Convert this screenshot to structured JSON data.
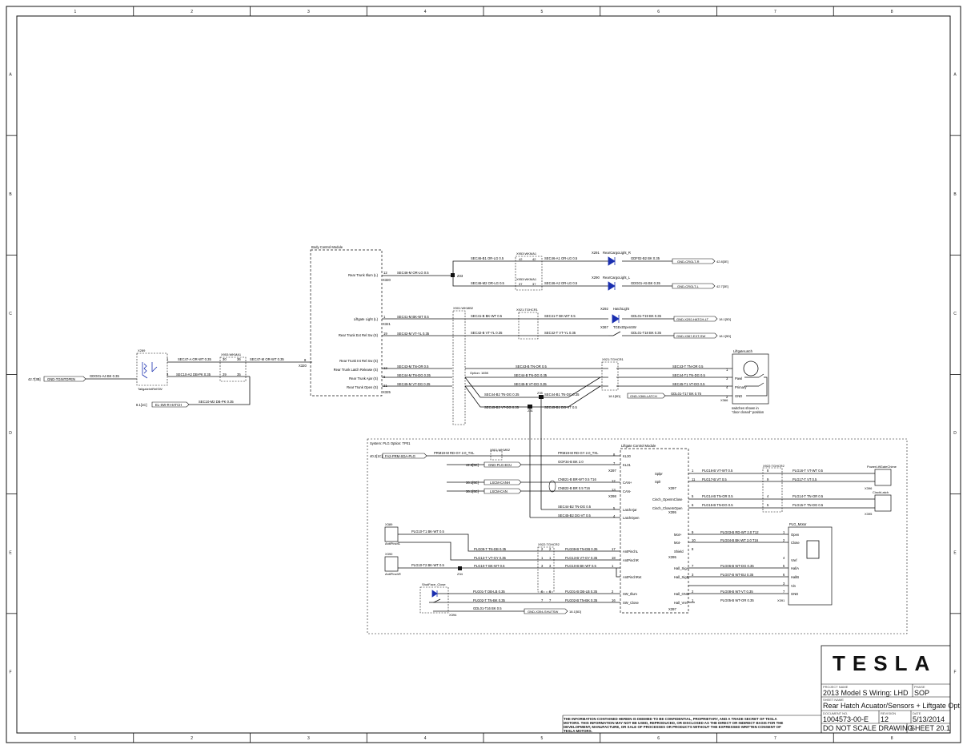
{
  "border": {
    "cols": [
      "1",
      "2",
      "3",
      "4",
      "5",
      "6",
      "7",
      "8"
    ],
    "rows": [
      "A",
      "B",
      "C",
      "D",
      "E",
      "F"
    ]
  },
  "colors": {
    "wire_blue": "#1a2fb0",
    "line": "#111111"
  },
  "body_controls": {
    "title": "Body Control Module",
    "pins": [
      {
        "label": "Rear Trunk Illum (L)",
        "num": "12",
        "conn": "X320",
        "wire": "SEC46-M OR-LG 0.5"
      },
      {
        "label": "Liftgate Light (L)",
        "num": "1",
        "conn": "X321",
        "wire": "SEC41-M BK-WT 0.5"
      },
      {
        "label": "Rear Trunk Ext Rel Sw (S)",
        "num": "19",
        "conn": "",
        "wire": "SEC42-M VT-YL 0.35"
      },
      {
        "label": "Rear Trunk Int Rel Sw (S)",
        "num": "8",
        "conn": "X320",
        "wire": "SEC47-M OR-WT 0.35"
      },
      {
        "label": "Rear Trunk Latch Release (S)",
        "num": "12",
        "conn": "",
        "wire": "SEC43-M TN-OR 0.5"
      },
      {
        "label": "Rear Trunk Ajar (S)",
        "num": "6",
        "conn": "",
        "wire": "SEC44-M TN-DG 0.35"
      },
      {
        "label": "Rear Trunk Open (S)",
        "num": "21",
        "conn": "X325",
        "wire": "SEC45-M VT-DG 0.35"
      }
    ]
  },
  "splices": {
    "z33": "Z33",
    "z35": "Z35",
    "z31": "Z31",
    "z34": "Z34"
  },
  "left_switch": {
    "conn": "X289",
    "name": "TailgateIntRelSW",
    "ref": "42.7[3B]",
    "gnd": "GND-TGINTOPEN",
    "gnd_wire": "GDG01-A4 BK 0.35",
    "wires": [
      "SEC47-A OR-WT 0.35",
      "SEC10-A2 DB-PK 0.35",
      "SEC10-M2 DB-PK 0.35"
    ],
    "x953": "X953:WKMA1",
    "pins": [
      "1",
      "3",
      "30",
      "29",
      "36",
      "35"
    ],
    "ref2": "8.1[1C]",
    "tag2": "EL-SW-R-HATCH"
  },
  "lights": [
    {
      "conn": "X291",
      "name": "RearCargoLight_R",
      "wire_in": "SEC46-B1 OR-LG 0.5",
      "wire_mid": "SEC46-A1 OR-LG 0.5",
      "wire_out": "GDF02-B2 BK 0.35",
      "gnd": "GND-CRGLT-R",
      "ref": "42.8[3E]",
      "pins": [
        "42",
        "42"
      ]
    },
    {
      "conn": "X290",
      "name": "RearCargoLight_L",
      "wire_in": "SEC46-M2 OR-LG 0.5",
      "wire_mid": "SEC46-A2 OR-LG 0.5",
      "wire_out": "GDG01-A5 BK 0.35",
      "gnd": "GND-CRGLT-L",
      "ref": "42.7[3E]",
      "pins": [
        "37",
        "37"
      ]
    },
    {
      "conn": "X292",
      "name": "HatchLight",
      "wire_in": "SEC41-B BK-WT 0.5",
      "wire_mid": "SEC41-T BK-WT 0.5",
      "wire_out": "GDL01-T19 BK 0.35",
      "gnd": "GND-X292-HATCH-LT",
      "ref": "18.1[5D]"
    },
    {
      "conn": "X367",
      "name": "TGExtOpenSW",
      "wire_in": "SEC42-B VT-YL 0.35",
      "wire_mid": "SEC42-T VT-YL 0.35",
      "wire_out": "GDL01-T18 BK 0.35",
      "gnd": "GND-X367-EXT-SW",
      "ref": "18.1[5D]"
    }
  ],
  "conn_labels": {
    "x953a": "X953:WKMA1",
    "x953b": "X953:WKMA1",
    "x901": "X901:WKMB2",
    "x921a": "X921:TGHCR1",
    "x921b": "X921:TGHCR1",
    "x922a": "X922:TGHCR2",
    "x922b": "X922:TGHCR2",
    "x901b": "X901:WKMB2"
  },
  "latch": {
    "title": "LiftgateLatch",
    "conn": "X366",
    "wires": [
      "SEC43-B TN-OR 0.5",
      "SEC44-B TN-DG 0.35",
      "SEC45-B VT-DG 0.35",
      "SEC44-B2 TN-DG 0.35",
      "SEC45-B3 VT-DG 0.35",
      "SEC44-B1 TN-DG 0.35",
      "SEC45-B1 DG-VT 0.5"
    ],
    "out_wires": [
      "SEC43-T TN-OR 0.5",
      "SEC44-T1 TN-DG 0.5",
      "SEC45-T1 VT-DG 0.5",
      "GDL01-T17 BK 0.75"
    ],
    "gnd": "GND-X366-LATCH",
    "ref": "18.1[5D]",
    "pins": [
      "1",
      "3",
      "4",
      "2"
    ],
    "sw_labels": [
      "Pawl",
      "Primary",
      "GND"
    ],
    "note1": "switches shown in",
    "note2": "\"door closed\" position",
    "opt": "Option: 165K"
  },
  "plg": {
    "sys_title": "System: PLG Option: TP01",
    "module_title": "Liftgate Control Module",
    "left_refs": [
      {
        "ref": "40.2[1C]",
        "tag": "FA2-PRM-SDA-PLG",
        "wire": "PRM19-M RD-GY 2.0_TXL",
        "pin": "8",
        "sig": "KL30"
      },
      {
        "ref": "42.6[5C]",
        "tag": "GND-PLG-ECU",
        "wire": "GOF34-B BK 2.0",
        "pin": "7",
        "sig": "KL31"
      },
      {
        "ref": "36.1[5C]",
        "tag": "LSCM-CANH",
        "wire": "CNB21-B BR-WT 0.5 T16",
        "pin": "12",
        "sig": "CAN+"
      },
      {
        "ref": "36.1[5C]",
        "tag": "LSCM-CAN",
        "wire": "CNB22-B BR 0.5 T16",
        "pin": "13",
        "sig": "CAN-"
      }
    ],
    "module_conns": [
      "X397",
      "X398",
      "X397",
      "X395"
    ],
    "sigs_in": [
      "LatchAjar",
      "LatchOpen"
    ],
    "latch_wires": [
      "SEC44-B2 TN-DG 0.5",
      "SEC45-B2 DG-VT 0.5"
    ],
    "latch_pins": [
      "5",
      "4"
    ],
    "x901": "X901:WKMB2",
    "right_sigs": [
      {
        "sig": "Splpr",
        "pin": "1",
        "wire": "PLG16-B VT-WT 0.5",
        "pin2": "8",
        "wire2": "PLG16-T VT-WT 0.5"
      },
      {
        "sig": "Splr",
        "pin": "11",
        "wire": "PLG17-B VT 0.5",
        "pin2": "9",
        "wire2": "PLG17-T VT 0.5"
      },
      {
        "sig": "Cinch_OpenInClose",
        "pin": "5",
        "wire": "PLG14-B TN-OR 0.5",
        "pin2": "4",
        "wire2": "PLG14-T TN-OR 0.5"
      },
      {
        "sig": "Cinch_CloseInOpen",
        "pin": "6",
        "wire": "PLG15-B TN-DG 0.5",
        "pin2": "5",
        "wire2": "PLG15-T TN-DG 0.5"
      }
    ],
    "x396": {
      "name": "PowerLiftGateChime",
      "conn": "X396"
    },
    "x395": {
      "name": "CinchLatch",
      "conn": "X395"
    },
    "motor": {
      "title": "PLG_Motor",
      "conn": "X391",
      "sigs": [
        "Mot+",
        "Mot-",
        "Shield",
        "Hall_SigA",
        "Hall_SigB",
        "Hall_GND",
        "Hall_Vref"
      ],
      "pins": [
        "9",
        "10",
        "8",
        "7",
        "3",
        "2",
        "1"
      ],
      "wires": [
        "PLG03-B RD-WT 2.0 T12",
        "PLG04-B BK-WT 2.0 T16",
        "",
        "PLG06-B WT-DG 0.35",
        "PLG07-B WT-BU 0.35",
        "PLG08-B WT-VT 0.35",
        "PLG05-B WT-OR 0.35"
      ],
      "labels": [
        "Open",
        "Close",
        "Vref",
        "HallA",
        "HallB",
        "Vin",
        "GND"
      ],
      "mpins": [
        "1",
        "2",
        "4",
        "5",
        "6",
        "3",
        "7"
      ]
    },
    "antipinch": [
      {
        "conn": "X389",
        "name": "AntiPinchL",
        "wire": "PLG10-T1 BK-WT 0.5"
      },
      {
        "conn": "X390",
        "name": "AntiPinchR",
        "wire": "PLG10-T2 BK-WT 0.5"
      }
    ],
    "ap_wires": [
      {
        "w1": "PLG09-T TN-DB 0.35",
        "w2": "PLG09-B TN-DB 0.35",
        "p1": "2",
        "p2": "2",
        "mp": "17",
        "sig": "AntPinchL"
      },
      {
        "w1": "PLG13-T VT-GY 0.35",
        "w2": "PLG13-B VT-GY 0.35",
        "p1": "1",
        "p2": "1",
        "mp": "18",
        "sig": "AntPinchR"
      },
      {
        "w1": "PLG10-T BK-WT 0.5",
        "w2": "PLG10-B BK-WT 0.5",
        "p1": "3",
        "p2": "3",
        "mp": "1",
        "sig": "AntPinchRet"
      }
    ],
    "sw_unit": {
      "name": "ShutFace_Close",
      "conn": "X394"
    },
    "sw_wires": [
      {
        "w1": "PLG01-T DB-LB 0.35",
        "w2": "PLG01-B DB-LB 0.35",
        "p1": "6",
        "p2": "6",
        "mp": "2",
        "sig": "SW_Illum"
      },
      {
        "w1": "PLG02-T TN-BK 0.35",
        "w2": "PLG02-B TN-BK 0.35",
        "p1": "7",
        "p2": "7",
        "mp": "16",
        "sig": "SW_Close"
      },
      {
        "w1": "GDL01-T16 BK 0.5",
        "tag": "GND-X394-SHUTSW",
        "ref": "18.1[5D]"
      }
    ],
    "conn_x395": "X395",
    "conn_x397": "X397"
  },
  "title_block": {
    "logo": "TESLA",
    "project_label": "PROJECT NAME",
    "project": "2013 Model S Wiring: LHD",
    "phase_label": "PHASE",
    "phase": "SOP",
    "sheet_label": "SHEET NAME",
    "sheet_name": "Rear Hatch Acuator/Sensors + Liftgate Opt.",
    "doc_label": "DOCUMENT NO.",
    "doc": "1004573-00-E",
    "rev_label": "REVISION",
    "rev": "12",
    "date_label": "DATE",
    "date": "5/13/2014",
    "noscale": "DO NOT SCALE DRAWING",
    "sheet": "SHEET 20.1",
    "confidential": "THE INFORMATION CONTAINED HEREIN IS DEEMED TO BE CONFIDENTIAL, PROPRIETARY, AND A TRADE SECRET OF TESLA MOTORS. THIS INFORMATION MAY NOT BE USED, REPRODUCED, OR DISCLOSED AS THE DIRECT OR INDIRECT BASIS FOR THE DEVELOPMENT, MANUFACTURE, OR SALE OF PROCESSES OR PRODUCTS WITHOUT THE EXPRESSED WRITTEN CONSENT OF TESLA MOTORS."
  }
}
